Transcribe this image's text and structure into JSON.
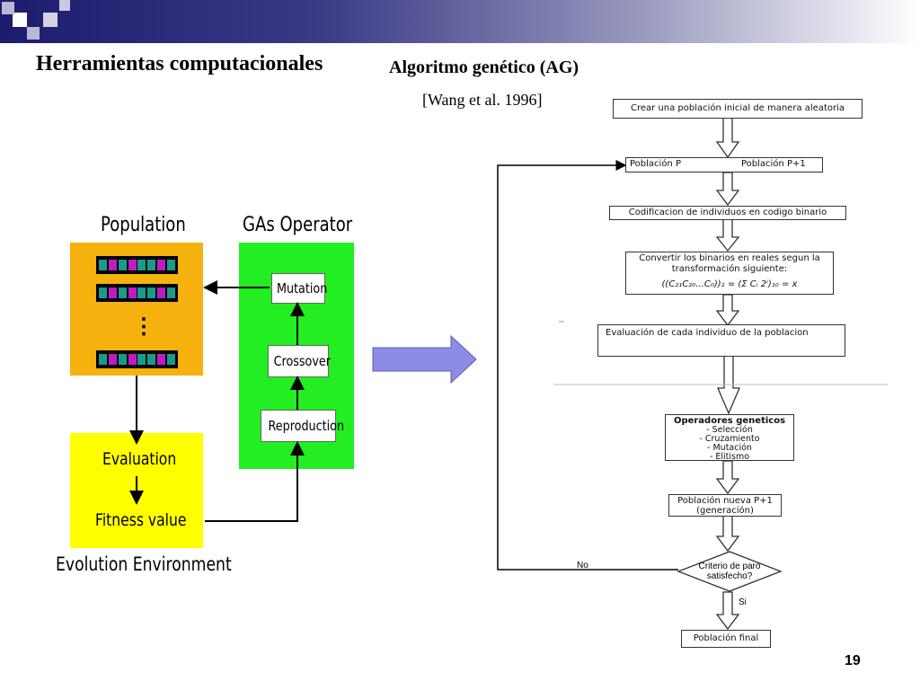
{
  "header": {
    "title": "Herramientas computacionales",
    "subtitle": "Algoritmo genético (AG)",
    "reference": "[Wang et al. 1996]",
    "page_number": "19"
  },
  "left_diagram": {
    "population_label": "Population",
    "operator_label": "GAs Operator",
    "mutation": "Mutation",
    "crossover": "Crossover",
    "reproduction": "Reproduction",
    "evaluation": "Evaluation",
    "fitness": "Fitness value",
    "environment": "Evolution Environment",
    "ellipsis": "⋮",
    "gene_colors": [
      "#1a9a8a",
      "#c21ac2"
    ]
  },
  "flowchart": {
    "step1": "Crear una población inicial de manera aleatoria",
    "poblacion_p": "Población P",
    "poblacion_p1": "Población P+1",
    "codificacion": "Codificacion de individuos en codigo binario",
    "convertir_line1": "Convertir los binarios en reales segun la",
    "convertir_line2": "transformación siguiente:",
    "formula": "((C₂₁C₂₀...C₀))₂ = (Σ Cᵢ 2ⁱ)₁₀ = x",
    "evaluacion": "Evaluación de cada individuo de la poblacion",
    "operadores_title": "Operadores geneticos",
    "operadores_items": [
      "- Selección",
      "- Cruzamiento",
      "- Mutación",
      "- Elitismo"
    ],
    "nueva_line1": "Población nueva P+1",
    "nueva_line2": "(generación)",
    "criterio_line1": "Criterio de paro",
    "criterio_line2": "satisfecho?",
    "no_label": "No",
    "si_label": "Si",
    "final": "Población final"
  },
  "colors": {
    "population": "#f5b20e",
    "operator": "#22ee22",
    "evaluation": "#ffff00",
    "big_arrow": "#8c8ce6"
  }
}
